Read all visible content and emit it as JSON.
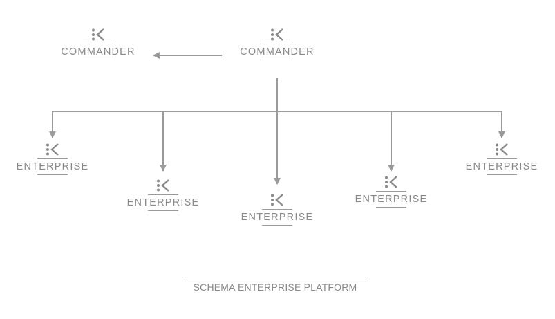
{
  "diagram": {
    "line_color": "#9a9a9a",
    "text_color": "#8a8a8a",
    "nodes": [
      {
        "id": "commander-primary",
        "label": "COMMANDER",
        "icon": "k-logo-icon"
      },
      {
        "id": "commander-secondary",
        "label": "COMMANDER",
        "icon": "k-logo-icon"
      },
      {
        "id": "enterprise-1",
        "label": "ENTERPRISE",
        "icon": "k-logo-icon"
      },
      {
        "id": "enterprise-2",
        "label": "ENTERPRISE",
        "icon": "k-logo-icon"
      },
      {
        "id": "enterprise-3",
        "label": "ENTERPRISE",
        "icon": "k-logo-icon"
      },
      {
        "id": "enterprise-4",
        "label": "ENTERPRISE",
        "icon": "k-logo-icon"
      },
      {
        "id": "enterprise-5",
        "label": "ENTERPRISE",
        "icon": "k-logo-icon"
      }
    ],
    "edges": [
      {
        "from": "commander-primary",
        "to": "commander-secondary"
      },
      {
        "from": "commander-primary",
        "to": "enterprise-1"
      },
      {
        "from": "commander-primary",
        "to": "enterprise-2"
      },
      {
        "from": "commander-primary",
        "to": "enterprise-3"
      },
      {
        "from": "commander-primary",
        "to": "enterprise-4"
      },
      {
        "from": "commander-primary",
        "to": "enterprise-5"
      }
    ],
    "footer_title": "SCHEMA ENTERPRISE PLATFORM"
  }
}
